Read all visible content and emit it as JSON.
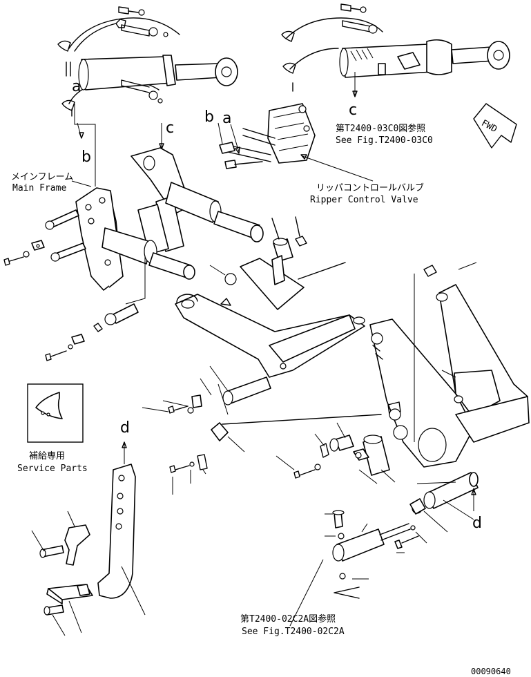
{
  "refs": {
    "a_left": "a",
    "b_left": "b",
    "c_left": "c",
    "b_valve": "b",
    "a_valve": "a",
    "c_right": "c",
    "d_left": "d",
    "d_right": "d"
  },
  "labels": {
    "fig_ref_03c0_jp": "第T2400-03C0図参照",
    "fig_ref_03c0_en": "See Fig.T2400-03C0",
    "fwd": "FWD",
    "main_frame_jp": "メインフレーム",
    "main_frame_en": "Main Frame",
    "ripper_valve_jp": "リッパコントロールバルブ",
    "ripper_valve_en": "Ripper Control Valve",
    "service_parts_jp": "補給専用",
    "service_parts_en": "Service Parts",
    "fig_ref_02c2a_jp": "第T2400-02C2A図参照",
    "fig_ref_02c2a_en": "See Fig.T2400-02C2A",
    "drawing_number": "00090640"
  }
}
